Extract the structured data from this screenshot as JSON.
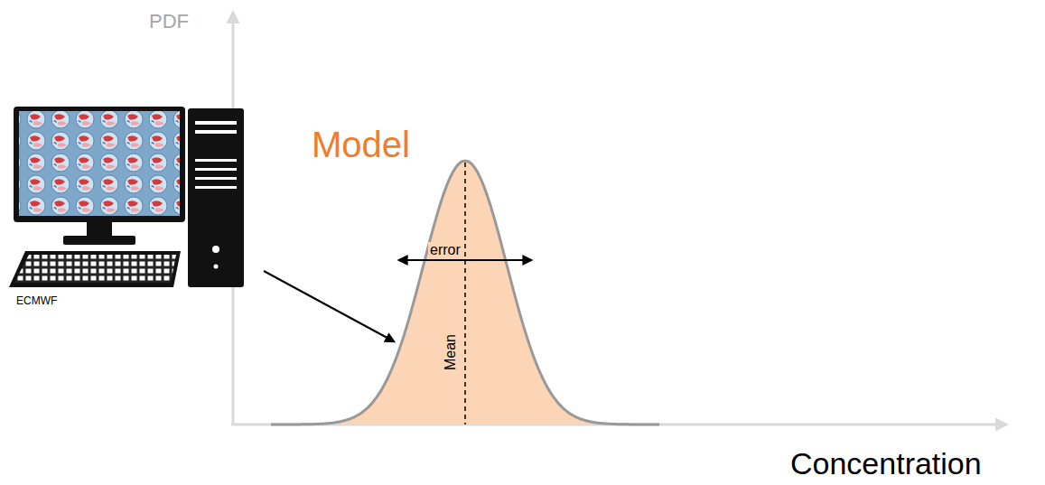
{
  "diagram": {
    "labels": [
      "PDF",
      "Model",
      "error",
      "Mean",
      "ECMWF",
      "Concentration"
    ]
  }
}
